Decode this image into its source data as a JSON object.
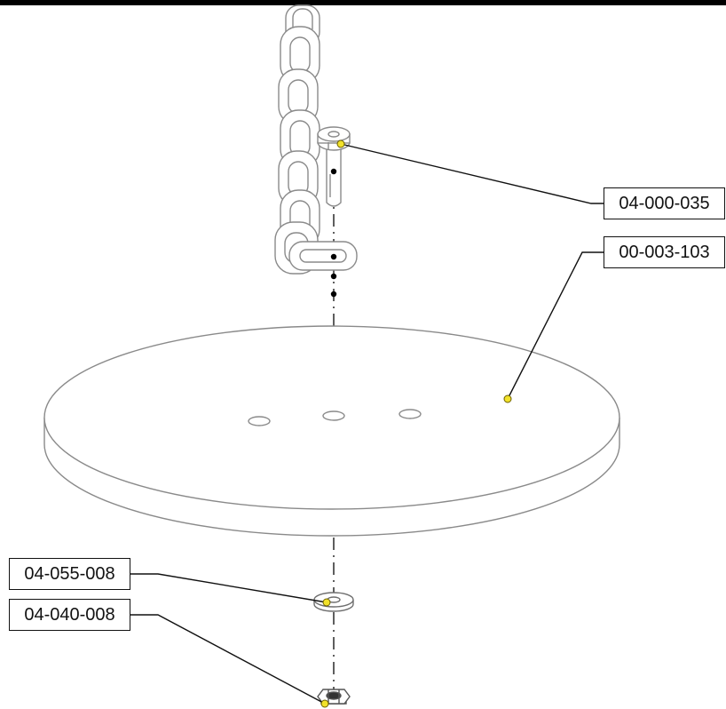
{
  "diagram": {
    "type": "exploded-assembly-drawing",
    "colors": {
      "line": "#1a1a1a",
      "part_outline": "#8a8a8a",
      "leader": "#111111",
      "marker_fill": "#f2e22a",
      "marker_stroke": "#6b5f00",
      "frame": "#000000"
    },
    "parts": [
      {
        "id": "pin",
        "label": "04-000-035",
        "icon": "clevis-pin-icon"
      },
      {
        "id": "disc",
        "label": "00-003-103",
        "icon": "disc-seat-icon"
      },
      {
        "id": "washer",
        "label": "04-055-008",
        "icon": "washer-icon"
      },
      {
        "id": "nut",
        "label": "04-040-008",
        "icon": "hex-nut-icon"
      }
    ],
    "chain": {
      "icon": "chain-icon"
    }
  }
}
